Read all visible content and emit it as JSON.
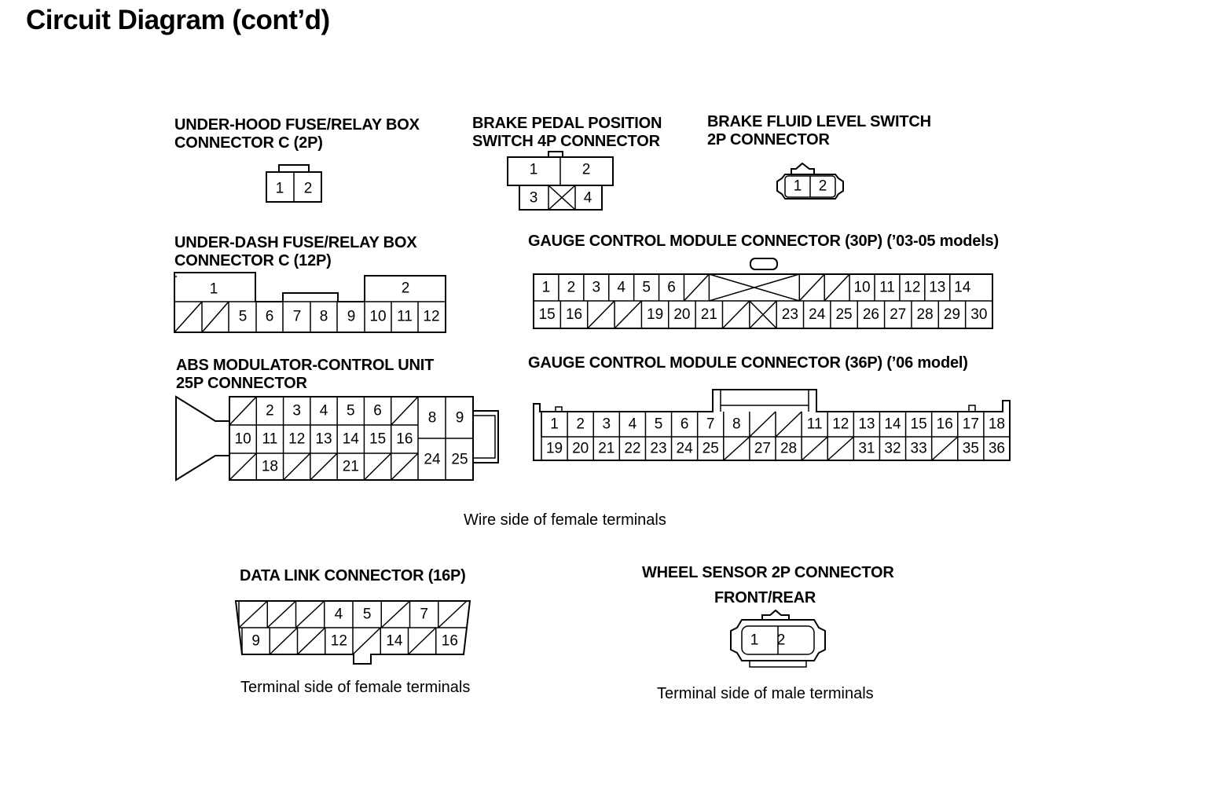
{
  "page": {
    "title": "Circuit Diagram (cont’d)"
  },
  "connectors": {
    "uh_fuse": {
      "label_1": "UNDER-HOOD FUSE/RELAY BOX",
      "label_2": "CONNECTOR C (2P)",
      "t": [
        "1",
        "2"
      ]
    },
    "brake_pedal": {
      "label_1": "BRAKE PEDAL POSITION",
      "label_2": "SWITCH 4P CONNECTOR",
      "t": [
        "1",
        "2",
        "3",
        "4"
      ]
    },
    "brake_fluid": {
      "label_1": "BRAKE FLUID LEVEL SWITCH",
      "label_2": "2P CONNECTOR",
      "t": [
        "1",
        "2"
      ]
    },
    "ud_fuse": {
      "label_1": "UNDER-DASH FUSE/RELAY BOX",
      "label_2": "CONNECTOR C (12P)",
      "t": [
        "1",
        "2",
        "5",
        "6",
        "7",
        "8",
        "9",
        "10",
        "11",
        "12"
      ]
    },
    "gauge30": {
      "label": "GAUGE CONTROL MODULE CONNECTOR (30P) (’03-05 models)",
      "top": [
        "1",
        "2",
        "3",
        "4",
        "5",
        "6",
        "",
        "X",
        "X",
        "X",
        "X",
        "",
        "",
        "10",
        "11",
        "12",
        "13",
        "14"
      ],
      "bottom": [
        "15",
        "16",
        "",
        "",
        "19",
        "20",
        "21",
        "",
        "X",
        "23",
        "24",
        "25",
        "26",
        "27",
        "28",
        "29",
        "30"
      ]
    },
    "abs": {
      "label_1": "ABS MODULATOR-CONTROL UNIT",
      "label_2": "25P CONNECTOR",
      "row1": [
        "",
        "2",
        "3",
        "4",
        "5",
        "6",
        ""
      ],
      "row2": [
        "10",
        "11",
        "12",
        "13",
        "14",
        "15",
        "16"
      ],
      "row3": [
        "",
        "18",
        "",
        "",
        "21",
        "",
        ""
      ],
      "right": [
        "8",
        "9",
        "24",
        "25"
      ]
    },
    "gauge36": {
      "label": "GAUGE CONTROL MODULE CONNECTOR (36P) (’06 model)",
      "top": [
        "1",
        "2",
        "3",
        "4",
        "5",
        "6",
        "7",
        "8",
        "",
        "",
        "11",
        "12",
        "13",
        "14",
        "15",
        "16",
        "17",
        "18"
      ],
      "bottom": [
        "19",
        "20",
        "21",
        "22",
        "23",
        "24",
        "25",
        "",
        "27",
        "28",
        "",
        "",
        "31",
        "32",
        "33",
        "",
        "35",
        "36"
      ]
    },
    "dlc": {
      "label": "DATA LINK CONNECTOR (16P)",
      "top": [
        "",
        "",
        "",
        "4",
        "5",
        "",
        "7",
        ""
      ],
      "bottom": [
        "9",
        "",
        "",
        "12",
        "",
        "14",
        "",
        "16"
      ]
    },
    "wheel": {
      "label_1": "WHEEL SENSOR 2P CONNECTOR",
      "label_2": "FRONT/REAR",
      "t": [
        "1",
        "2"
      ]
    }
  },
  "notes": {
    "wire_side": "Wire side of female terminals",
    "dlc_side": "Terminal side of female terminals",
    "wheel_side": "Terminal side of male terminals"
  }
}
